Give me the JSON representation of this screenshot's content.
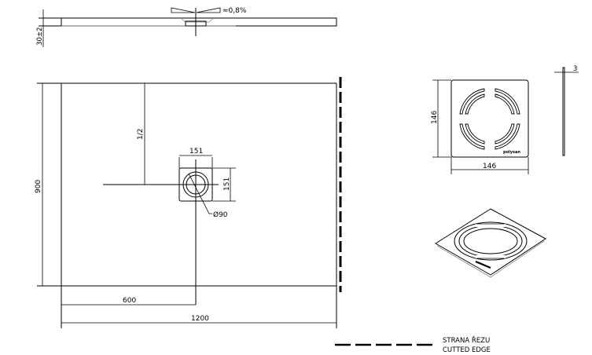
{
  "drawing": {
    "profile_view": {
      "slope_label": "≈0,8%",
      "thickness_label": "30±2"
    },
    "plan_view": {
      "width_label": "1200",
      "depth_label": "900",
      "drain_offset_x_label": "600",
      "drain_offset_y_label": "1/2",
      "drain_box_width_label": "151",
      "drain_box_height_label": "151",
      "drain_diameter_label": "Ø90"
    },
    "grate_detail": {
      "width_label": "146",
      "height_label": "146",
      "thickness_label": "3",
      "brand_mark": "polysan"
    },
    "legend": {
      "line1": "STRANA ŘEZU",
      "line2": "CUTTED EDGE"
    }
  },
  "colors": {
    "line": "#000000",
    "background": "#ffffff",
    "hidden": "#888888"
  }
}
